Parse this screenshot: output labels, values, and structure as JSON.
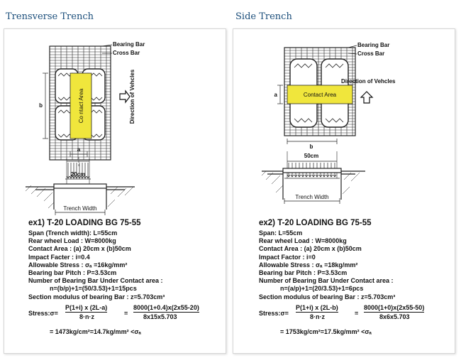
{
  "left": {
    "heading": "Trensverse Trench",
    "labels": {
      "bearing_bar": "Bearing Bar",
      "cross_bar": "Cross Bar",
      "contact_area": "Co ntact Area",
      "direction": "Direction of Vehcles",
      "b": "b",
      "a": "a",
      "dim": "20cm",
      "trench_width": "Trench Width"
    },
    "title": "ex1) T-20 LOADING BG 75-55",
    "lines": [
      "Span (Trench width): L=55cm",
      "Rear wheel Load : W=8000kg",
      "Contact Area : (a) 20cm x (b)50cm",
      "Impact Facter : i=0.4",
      "Allowable Stress : σₐ =16kg/mm²",
      "Bearing bar Pitch : P=3.53cm",
      "Number of Bearing Bar Under Contact area :"
    ],
    "count_line": "n=(b/p)+1=(50/3.53)+1=15pcs",
    "modulus_line": "Section modulus of bearing Bar : z=5.703cm³",
    "stress": {
      "label": "Stress:σ=",
      "frac1_num": "P(1+i) x (2L-a)",
      "frac1_den": "8·n·z",
      "eq": "=",
      "frac2_num": "8000(1+0.4)x(2x55-20)",
      "frac2_den": "8x15x5.703",
      "result": "= 1473kg/cm²=14.7kg/mm² <σₐ"
    }
  },
  "right": {
    "heading": "Side Trench",
    "labels": {
      "bearing_bar": "Bearing Bar",
      "cross_bar": "Cross Bar",
      "contact_area": "Contact Area",
      "direction": "Direction of Vehcles",
      "a": "a",
      "b": "b",
      "dim": "50cm",
      "trench_width": "Trench Width"
    },
    "title": "ex2) T-20 LOADING BG 75-55",
    "lines": [
      "Span: L=55cm",
      "Rear wheel Load : W=8000kg",
      "Contact Area : (a) 20cm x (b)50cm",
      "Impact Factor : i=0",
      "Allowable Stress : σₐ =18kg/mm²",
      "Bearing bar Pitch : P=3.53cm",
      "Number of Bearing Bar Under Contact area :"
    ],
    "count_line": "n=(a/p)+1=(20/3.53)+1=6pcs",
    "modulus_line": "Section modulus of bearing Bar : z=5.703cm³",
    "stress": {
      "label": "Stress:σ=",
      "frac1_num": "P(1+i) x (2L-b)",
      "frac1_den": "8·n·z",
      "eq": "=",
      "frac2_num": "8000(1+0)x(2x55-50)",
      "frac2_den": "8x6x5.703",
      "result": "= 1753kg/cm²=17.5kg/mm² <σₐ"
    }
  }
}
